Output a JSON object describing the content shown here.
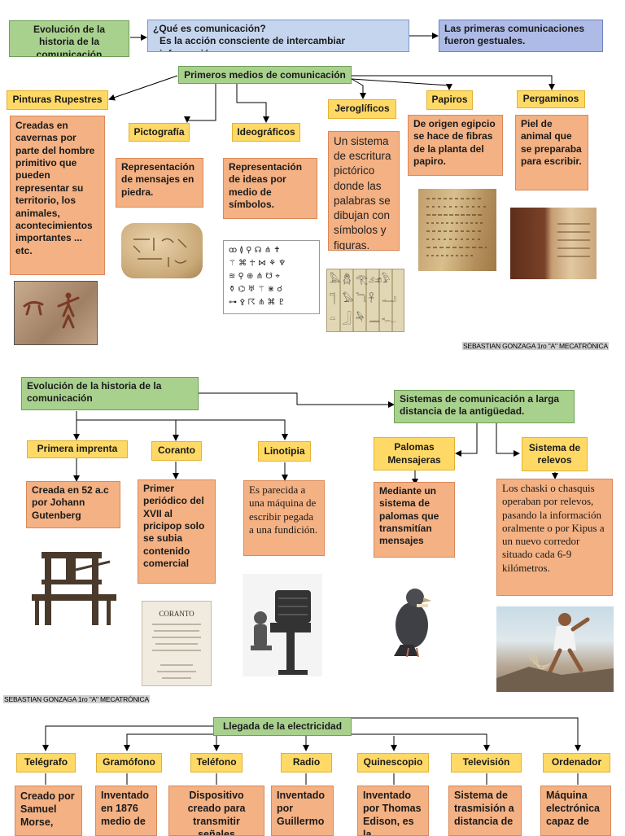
{
  "section1": {
    "title": "Evolución de la historia de la comunicación",
    "question": "¿Qué es comunicación?",
    "answer": "Es la acción consciente de intercambiar información",
    "first": "Las primeras comunicaciones fueron gestuales.",
    "medios": "Primeros medios de comunicación",
    "items": [
      {
        "label": "Pinturas Rupestres",
        "desc": "Creadas en cavernas por parte del hombre primitivo que pueden representar su territorio, los animales, acontecimientos importantes ... etc."
      },
      {
        "label": "Pictografía",
        "desc": "Representación de mensajes en piedra."
      },
      {
        "label": "Ideográficos",
        "desc": "Representación de ideas por medio de símbolos."
      },
      {
        "label": "Jeroglíficos",
        "desc": "Un sistema de escritura pictórico donde las palabras se dibujan con símbolos y figuras."
      },
      {
        "label": "Papiros",
        "desc": "De origen egipcio se hace de fibras de la planta del papiro."
      },
      {
        "label": "Pergaminos",
        "desc": "Piel de animal que se preparaba para escribir."
      }
    ]
  },
  "credit": "SEBASTIAN GONZAGA 1ro \"A\" MECATRÓNICA",
  "section2": {
    "title": "Evolución de la historia de la comunicación",
    "sistemas": "Sistemas de comunicación a larga distancia de la antigüedad.",
    "items": [
      {
        "label": "Primera imprenta",
        "desc": "Creada en 52 a.c por Johann Gutenberg"
      },
      {
        "label": "Coranto",
        "desc": "Primer periódico del XVII al pricipop solo se subia contenido comercial"
      },
      {
        "label": "Linotipia",
        "desc": "Es parecida a una máquina de escribir pegada a una fundición."
      },
      {
        "label": "Palomas Mensajeras",
        "desc": "Mediante un sistema de palomas que transmitían mensajes"
      },
      {
        "label": "Sistema de relevos",
        "desc": "Los chaski o chasquis operaban por relevos, pasando la información oralmente o por Kipus a un nuevo corredor situado cada 6-9 kilómetros."
      }
    ]
  },
  "section3": {
    "title": "Llegada de la electricidad",
    "items": [
      {
        "label": "Telégrafo",
        "desc": "Creado por Samuel Morse,"
      },
      {
        "label": "Gramófono",
        "desc": "Inventado en 1876 medio de"
      },
      {
        "label": "Teléfono",
        "desc": "Dispositivo creado para transmitir señales"
      },
      {
        "label": "Radio",
        "desc": "Inventado por Guillermo"
      },
      {
        "label": "Quinescopio",
        "desc": "Inventado por Thomas Edison, es la"
      },
      {
        "label": "Televisión",
        "desc": "Sistema de trasmisión a distancia de"
      },
      {
        "label": "Ordenador",
        "desc": "Máquina electrónica capaz de"
      }
    ]
  }
}
